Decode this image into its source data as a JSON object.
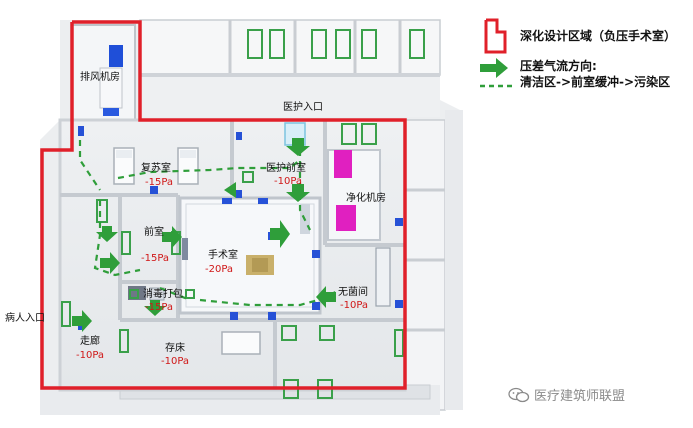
{
  "legend": {
    "region_label": "深化设计区域（负压手术室）",
    "flow_title": "压差气流方向:",
    "flow_path": "清洁区->前室缓冲->污染区",
    "region_color": "#e0202a",
    "flow_color": "#2f9e3a"
  },
  "rooms": [
    {
      "id": "exhaust",
      "name": "排风机房",
      "pressure": ""
    },
    {
      "id": "recovery",
      "name": "复苏室",
      "pressure": "-15Pa"
    },
    {
      "id": "staff_anteroom",
      "name": "医护前室",
      "pressure": "-10Pa"
    },
    {
      "id": "purification",
      "name": "净化机房",
      "pressure": ""
    },
    {
      "id": "anteroom",
      "name": "前室",
      "pressure": "-15Pa"
    },
    {
      "id": "or",
      "name": "手术室",
      "pressure": "-20Pa"
    },
    {
      "id": "sterile",
      "name": "无菌间",
      "pressure": "-10Pa"
    },
    {
      "id": "disinfect",
      "name": "消毒打包",
      "pressure": "-15Pa"
    },
    {
      "id": "corridor",
      "name": "走廊",
      "pressure": "-10Pa"
    },
    {
      "id": "bed_storage",
      "name": "存床",
      "pressure": "-10Pa"
    }
  ],
  "entrances": {
    "staff": "医护入口",
    "patient": "病人入口"
  },
  "watermark": "医疗建筑师联盟"
}
